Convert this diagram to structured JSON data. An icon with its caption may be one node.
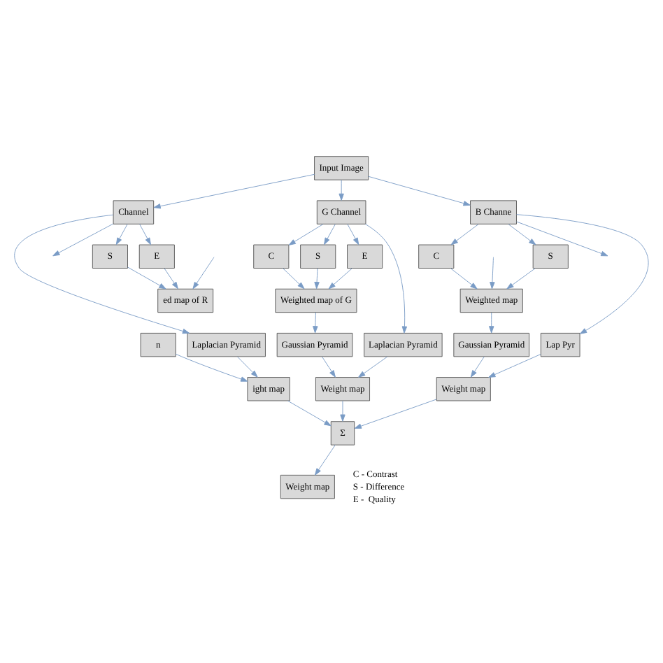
{
  "diagram": {
    "nodes": [
      {
        "text": [
          "Input Image"
        ]
      },
      {
        "text": [
          "Channel"
        ]
      },
      {
        "text": [
          "G Channel"
        ]
      },
      {
        "text": [
          "B Channe"
        ]
      },
      {
        "text": [
          "S"
        ]
      },
      {
        "text": [
          "E"
        ]
      },
      {
        "text": [
          "C"
        ]
      },
      {
        "text": [
          "S"
        ]
      },
      {
        "text": [
          "E"
        ]
      },
      {
        "text": [
          "C"
        ]
      },
      {
        "text": [
          "S"
        ]
      },
      {
        "text": [
          "ed map of R"
        ]
      },
      {
        "text": [
          "Weighted map of G"
        ]
      },
      {
        "text": [
          "Weighted map"
        ]
      },
      {
        "text": [
          "n"
        ]
      },
      {
        "text": [
          "Laplacian Pyramid"
        ]
      },
      {
        "text": [
          "Gaussian Pyramid"
        ]
      },
      {
        "text": [
          "Laplacian Pyramid"
        ]
      },
      {
        "text": [
          "Gaussian Pyramid"
        ]
      },
      {
        "text": [
          "Lap Pyr"
        ]
      },
      {
        "text": [
          "ight map"
        ]
      },
      {
        "text": [
          "Weight map"
        ]
      },
      {
        "text": [
          "Weight map"
        ]
      },
      {
        "text": [
          "Σ"
        ]
      },
      {
        "text": [
          "Weight map"
        ]
      }
    ],
    "edges": [
      {
        "from": 0,
        "to": 1,
        "arrow": "to"
      },
      {
        "from": 0,
        "to": 2,
        "arrow": "to"
      },
      {
        "from": 0,
        "to": 3,
        "arrow": "to"
      },
      {
        "from": 1,
        "to": null,
        "arrow": "to"
      },
      {
        "from": 1,
        "to": 4,
        "arrow": "to"
      },
      {
        "from": 1,
        "to": 5,
        "arrow": "to"
      },
      {
        "from": 1,
        "to": 15,
        "arrow": "to"
      },
      {
        "from": null,
        "to": 11,
        "arrow": "to"
      },
      {
        "from": 4,
        "to": 11,
        "arrow": "to"
      },
      {
        "from": 5,
        "to": 11,
        "arrow": "to"
      },
      {
        "from": 14,
        "to": 20,
        "arrow": "to"
      },
      {
        "from": 15,
        "to": 20,
        "arrow": "to"
      },
      {
        "from": 2,
        "to": 6,
        "arrow": "to"
      },
      {
        "from": 2,
        "to": 7,
        "arrow": "to"
      },
      {
        "from": 2,
        "to": 8,
        "arrow": "to"
      },
      {
        "from": 2,
        "to": 17,
        "arrow": "to"
      },
      {
        "from": 6,
        "to": 12,
        "arrow": "to"
      },
      {
        "from": 7,
        "to": 12,
        "arrow": "to"
      },
      {
        "from": 8,
        "to": 12,
        "arrow": "to"
      },
      {
        "from": 12,
        "to": 16,
        "arrow": "to"
      },
      {
        "from": 16,
        "to": 21,
        "arrow": "to"
      },
      {
        "from": 17,
        "to": 21,
        "arrow": "to"
      },
      {
        "from": 3,
        "to": 9,
        "arrow": "to"
      },
      {
        "from": 3,
        "to": 10,
        "arrow": "to"
      },
      {
        "from": 3,
        "to": null,
        "arrow": "to"
      },
      {
        "from": 3,
        "to": 19,
        "arrow": "to"
      },
      {
        "from": 9,
        "to": 13,
        "arrow": "to"
      },
      {
        "from": 10,
        "to": 13,
        "arrow": "to"
      },
      {
        "from": null,
        "to": 13,
        "arrow": "to"
      },
      {
        "from": 13,
        "to": 18,
        "arrow": "to"
      },
      {
        "from": 18,
        "to": 22,
        "arrow": "to"
      },
      {
        "from": 19,
        "to": 22,
        "arrow": "to"
      },
      {
        "from": 20,
        "to": 23,
        "arrow": "to"
      },
      {
        "from": 21,
        "to": 23,
        "arrow": "to"
      },
      {
        "from": 22,
        "to": 23,
        "arrow": "to"
      },
      {
        "from": 23,
        "to": 24,
        "arrow": "to"
      }
    ],
    "labels": [
      "C - Contrast",
      "S - Difference",
      "E -  Quality"
    ]
  }
}
